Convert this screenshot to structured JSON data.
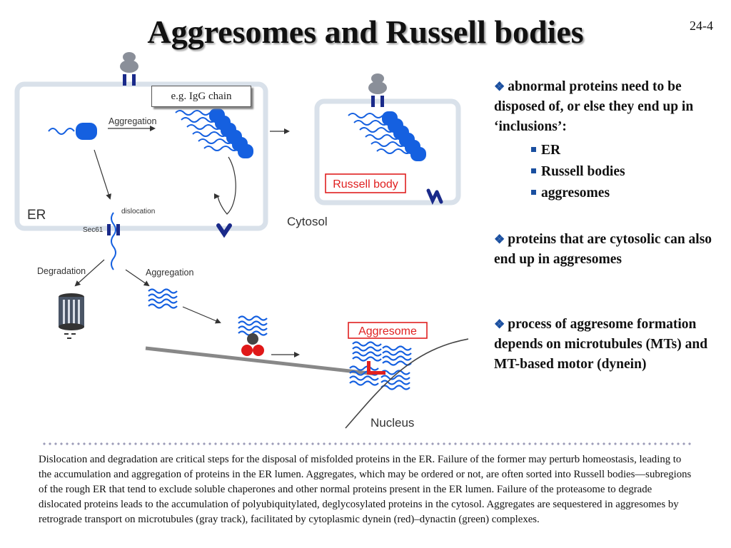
{
  "slide": {
    "title": "Aggresomes and Russell bodies",
    "number": "24-4"
  },
  "diagram": {
    "callout": "e.g. IgG chain",
    "labels": {
      "aggregation_top": "Aggregation",
      "er": "ER",
      "dislocation": "dislocation",
      "sec61": "Sec61",
      "cytosol": "Cytosol",
      "russell_body": "Russell body",
      "degradation": "Degradation",
      "aggregation_bottom": "Aggregation",
      "aggresome": "Aggresome",
      "nucleus": "Nucleus"
    }
  },
  "bullets": {
    "b1": "abnormal proteins need to be disposed of, or else they end up in ‘inclusions’:",
    "b1_items": [
      "ER",
      "Russell bodies",
      "aggresomes"
    ],
    "b2": "proteins that are cytosolic can also end up in aggresomes",
    "b3": "process of aggresome formation depends on microtubules (MTs) and MT-based motor (dynein)"
  },
  "caption": "Dislocation and degradation are critical steps for the disposal of misfolded proteins in the ER. Failure of the former may perturb homeostasis, leading to the accumulation and aggregation of proteins in the ER lumen. Aggregates, which may be ordered or not, are often sorted into Russell bodies—subregions of the rough ER that tend to exclude soluble chaperones and other normal proteins present in the ER lumen. Failure of the proteasome to degrade dislocated proteins leads to the accumulation of polyubiquitylated, deglycosylated proteins in the cytosol. Aggregates are sequestered in aggresomes by retrograde transport on microtubules (gray track), facilitated by cytoplasmic dynein (red)–dynactin (green) complexes.",
  "colors": {
    "er_membrane": "#d9e1ea",
    "protein_blue": "#1560e0",
    "dark_blue": "#1a2a8a",
    "label_red": "#e02020",
    "dynein_red": "#e01818",
    "microtubule_gray": "#888888",
    "bullet_blue": "#1a4fa0"
  },
  "icons": {
    "bullet": "diamond-bullet-icon",
    "sub_bullet": "square-bullet-icon"
  }
}
